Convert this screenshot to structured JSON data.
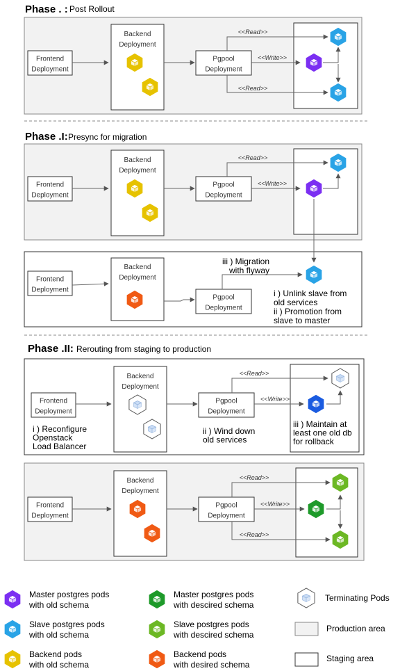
{
  "phases": {
    "p0": {
      "title": "Phase . :",
      "subtitle": "Post Rollout"
    },
    "p1": {
      "title": "Phase .I:",
      "subtitle": "Presync for migration"
    },
    "p2": {
      "title": "Phase .II:",
      "subtitle": "Rerouting from staging to production"
    }
  },
  "nodes": {
    "frontend": [
      "Frontend",
      "Deployment"
    ],
    "backend": [
      "Backend",
      "Deployment"
    ],
    "pgpool": [
      "Pgpool",
      "Deployment"
    ]
  },
  "edges": {
    "read": "<<Read>>",
    "write": "<<Write>>"
  },
  "annotations": {
    "migration": [
      "iii ) Migration",
      "with flyway"
    ],
    "unlink": [
      "i ) Unlink slave from",
      "old services"
    ],
    "promotion": [
      "ii ) Promotion from",
      "slave to master"
    ],
    "reconfigure": [
      "i ) Reconfigure",
      "Openstack",
      "Load Balancer"
    ],
    "winddown": [
      "ii ) Wind down",
      "old services"
    ],
    "maintain": [
      "iii ) Maintain at",
      "least one old db",
      "for rollback"
    ]
  },
  "legend": {
    "master_old": [
      "Master postgres pods",
      "with old schema"
    ],
    "slave_old": [
      "Slave postgres pods",
      "with old schema"
    ],
    "backend_old": [
      "Backend pods",
      "with old schema"
    ],
    "master_new": [
      "Master postgres pods",
      "with descired schema"
    ],
    "slave_new": [
      "Slave postgres pods",
      "with descired schema"
    ],
    "backend_new": [
      "Backend pods",
      "with desired schema"
    ],
    "terminating": "Terminating Pods",
    "production": "Production area",
    "staging": "Staging area"
  },
  "colors": {
    "purple": "#7b2ff2",
    "blue": "#29a3e6",
    "yellow": "#e6c200",
    "darkgreen": "#1e9a2a",
    "lightgreen": "#6cb824",
    "orange": "#f05a14",
    "deepblue": "#1a5be0"
  }
}
